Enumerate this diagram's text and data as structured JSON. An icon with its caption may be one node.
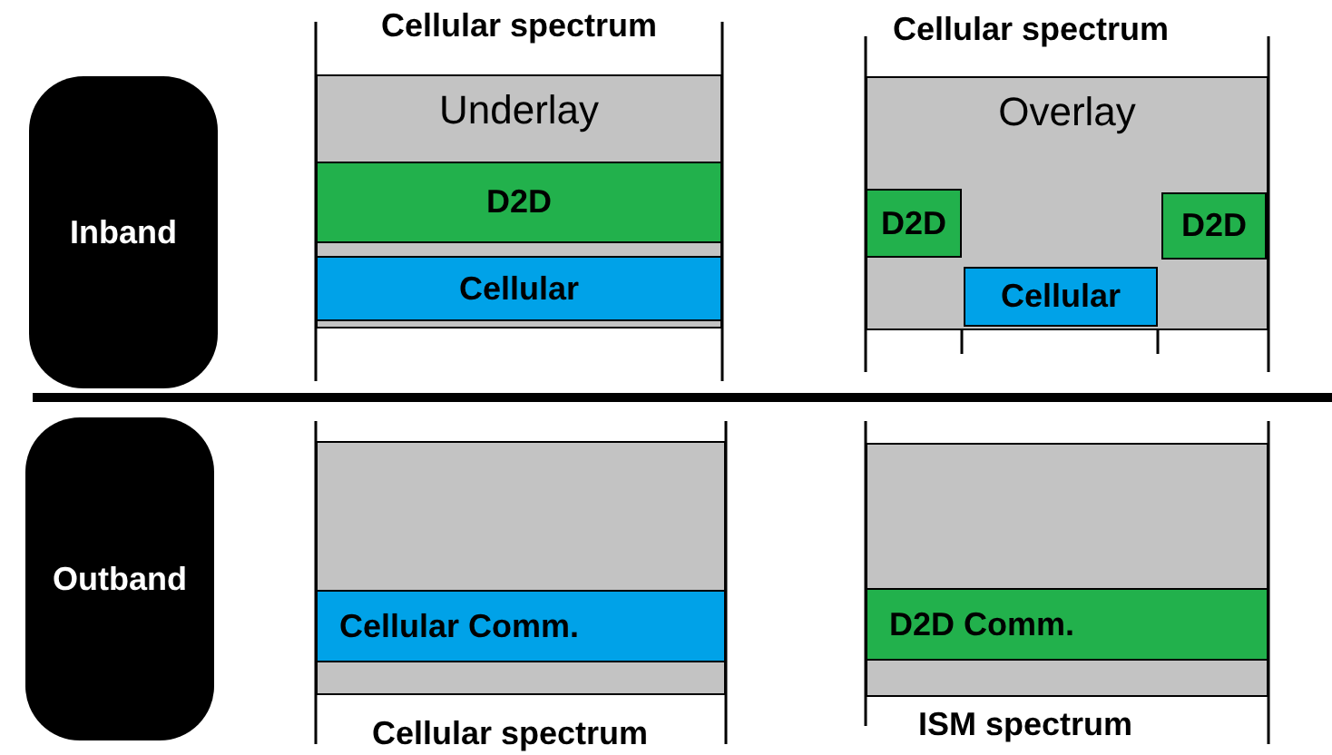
{
  "diagram": {
    "nodes": [
      {
        "text": [
          "Inband"
        ]
      },
      {
        "text": [
          "Underlay"
        ]
      },
      {
        "text": [
          "D2D"
        ],
        "in": 1
      },
      {
        "text": [
          "Cellular"
        ],
        "in": 1
      },
      {
        "text": [
          "Overlay"
        ]
      },
      {
        "text": [
          "D2D"
        ],
        "in": 4
      },
      {
        "text": [
          "Cellular"
        ],
        "in": 4
      },
      {
        "text": [
          "D2D"
        ],
        "in": 4
      },
      {
        "text": [
          "Outband"
        ]
      },
      {
        "text": [],
        "shape": "box"
      },
      {
        "text": [
          "Cellular Comm."
        ],
        "in": 9
      },
      {
        "text": [],
        "shape": "box"
      },
      {
        "text": [
          "D2D Comm."
        ],
        "in": 11
      }
    ],
    "edges": [],
    "labels": [
      "Cellular spectrum",
      "Cellular spectrum",
      "Cellular spectrum",
      "ISM spectrum"
    ]
  }
}
